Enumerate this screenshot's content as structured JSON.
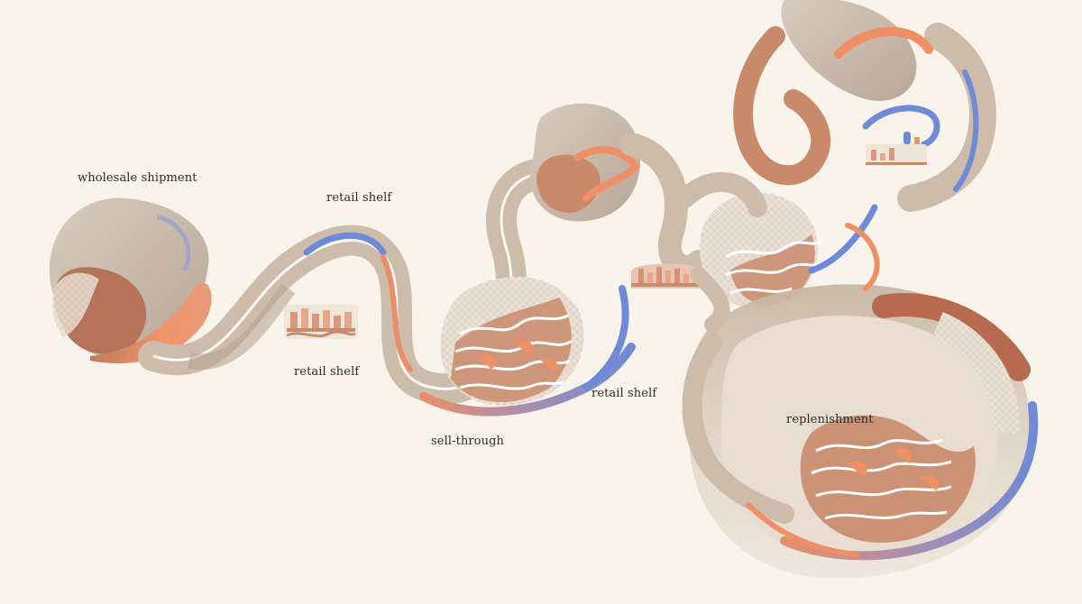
{
  "labels": {
    "wholesale_shipment": "wholesale shipment",
    "retail_shelf_1": "retail shelf",
    "retail_shelf_2": "retail shelf",
    "sell_through": "sell-through",
    "retail_shelf_3": "retail shelf",
    "replenishment": "replenishment"
  },
  "palette": {
    "background": "#f8f4ec",
    "sand": "#cbb9a6",
    "taupe": "#b8a595",
    "clay": "#c98a6c",
    "coral": "#ee8f66",
    "rust": "#b76a4f",
    "blue": "#6f8ad6",
    "ink": "#2f2a26"
  }
}
